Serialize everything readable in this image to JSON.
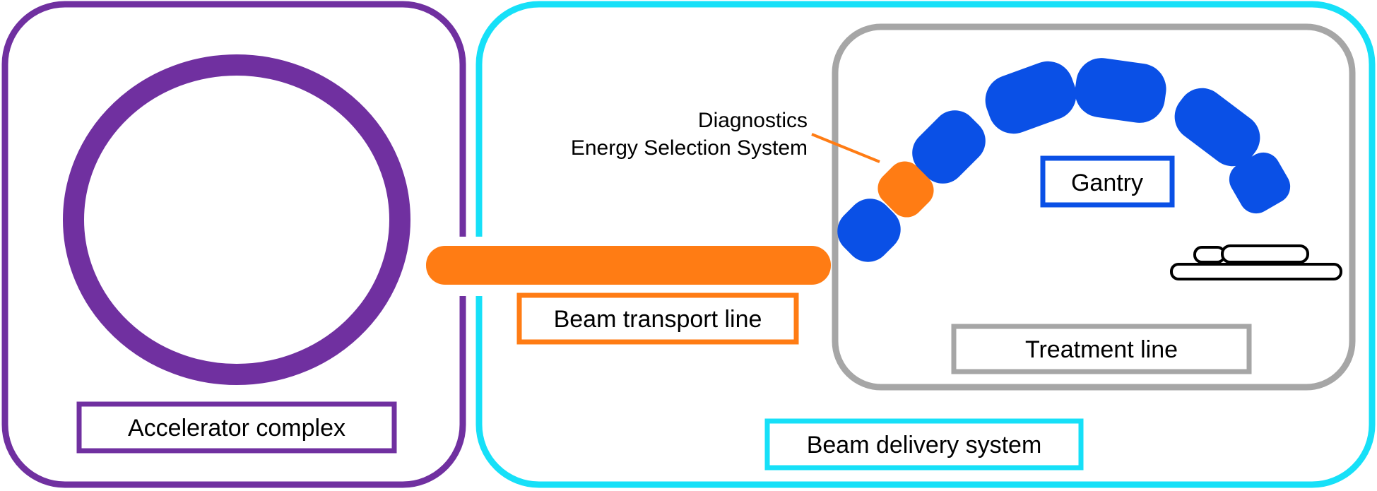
{
  "colors": {
    "accelerator": "#7030A0",
    "delivery": "#16E0F8",
    "transport": "#FF7C14",
    "gantry": "#0A50E6",
    "treatment": "#A6A6A6",
    "table": "#000000"
  },
  "accelerator": {
    "label": "Accelerator complex"
  },
  "delivery": {
    "label": "Beam delivery system"
  },
  "transport": {
    "label": "Beam transport line"
  },
  "treatment": {
    "label": "Treatment line"
  },
  "gantry": {
    "label": "Gantry"
  },
  "diagnostics": {
    "line1": "Diagnostics",
    "line2": "Energy Selection System"
  }
}
